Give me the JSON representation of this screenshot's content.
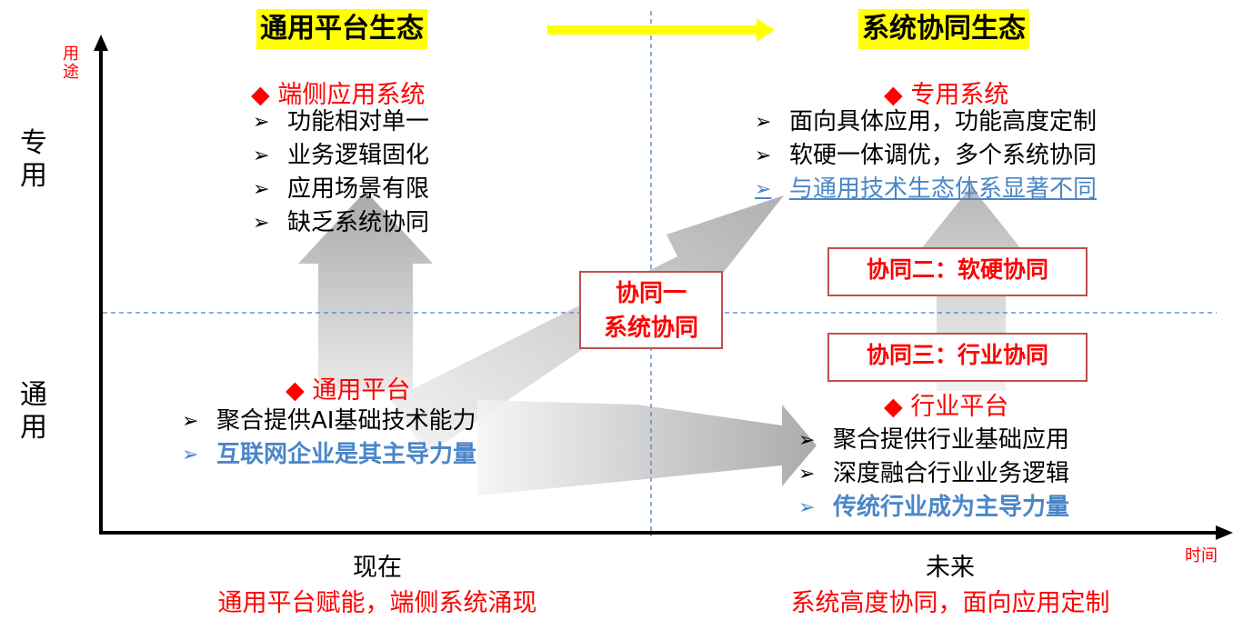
{
  "header": {
    "left_title": "通用平台生态",
    "right_title": "系统协同生态",
    "arrow_color": "#ffff00"
  },
  "axes": {
    "y_label": "用途",
    "x_label": "时间",
    "y_top": "专用",
    "y_bottom": "通用",
    "x_left_top": "现在",
    "x_left_bottom": "通用平台赋能，端侧系统涌现",
    "x_right_top": "未来",
    "x_right_bottom": "系统高度协同，面向应用定制"
  },
  "quadrants": {
    "top_left": {
      "heading": "端侧应用系统",
      "items": [
        "功能相对单一",
        "业务逻辑固化",
        "应用场景有限",
        "缺乏系统协同"
      ]
    },
    "bottom_left": {
      "heading": "通用平台",
      "items": [
        "聚合提供AI基础技术能力",
        "互联网企业是其主导力量"
      ]
    },
    "top_right": {
      "heading": "专用系统",
      "items": [
        "面向具体应用，功能高度定制",
        "软硬一体调优，多个系统协同",
        "与通用技术生态体系显著不同"
      ]
    },
    "bottom_right": {
      "heading": "行业平台",
      "items": [
        "聚合提供行业基础应用",
        "深度融合行业业务逻辑",
        "传统行业成为主导力量"
      ]
    }
  },
  "boxes": {
    "collab1_line1": "协同一",
    "collab1_line2": "系统协同",
    "collab2": "协同二：软硬协同",
    "collab3": "协同三：行业协同"
  },
  "colors": {
    "accent_red": "#ff0000",
    "highlight_yellow": "#ffff00",
    "link_blue": "#4a86c8",
    "box_border": "#c0504d"
  }
}
